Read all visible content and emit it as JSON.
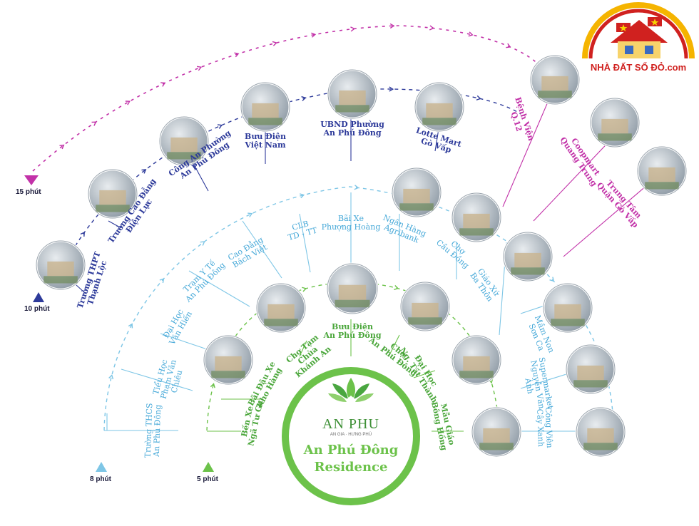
{
  "center": {
    "brand": "AN PHU",
    "brand_sub": "AN GIA · HƯNG PHÚ",
    "title_line1": "An Phú Đông",
    "title_line2": "Residence",
    "color": "#6cc24a"
  },
  "logo": {
    "text": "NHÀ ĐẤT SỔ ĐỎ.com",
    "color": "#d0211f"
  },
  "colors": {
    "ring5": "#6cc24a",
    "ring8": "#3d4fa8",
    "ring10": "#7ec6e6",
    "ring15": "#c231a8",
    "photo_bg": "#b9c3cc"
  },
  "time_legend": [
    {
      "label": "8 phút",
      "color": "#7ec6e6",
      "shape": "triangle-up"
    },
    {
      "label": "5 phút",
      "color": "#6cc24a",
      "shape": "triangle-up"
    },
    {
      "label": "10 phút",
      "color": "#2d3a9a",
      "shape": "triangle-up"
    },
    {
      "label": "15 phút",
      "color": "#c231a8",
      "shape": "triangle-down"
    }
  ],
  "ring5_labels": [
    {
      "lines": [
        "Bến Xe",
        "Ngã Tư Ga"
      ]
    },
    {
      "lines": [
        "Bãi Đậu Xe",
        "Kho Hàng"
      ]
    },
    {
      "lines": [
        "Chợ Tạm",
        "Chùa",
        "Khánh An"
      ]
    },
    {
      "lines": [
        "Bưu Điện",
        "An Phú Đông"
      ]
    },
    {
      "lines": [
        "Chợ",
        "An Phú Đông"
      ]
    },
    {
      "lines": [
        "Đại Học",
        "Ng. Tất Thành"
      ]
    },
    {
      "lines": [
        "Mẫu Giáo",
        "Bông Hồng"
      ]
    }
  ],
  "ring8_labels": [
    {
      "lines": [
        "Trường THCS",
        "An Phú Đông"
      ]
    },
    {
      "lines": [
        "Tiểu Học",
        "Phạm Văn",
        "Chiêu"
      ]
    },
    {
      "lines": [
        "Đại Học",
        "Văn Hiến"
      ]
    },
    {
      "lines": [
        "Trạm Y Tế",
        "An Phú Đông"
      ]
    },
    {
      "lines": [
        "Cao Đẳng",
        "Bách Việt"
      ]
    },
    {
      "lines": [
        "CLB",
        "TD - TT"
      ]
    },
    {
      "lines": [
        "Bãi Xe",
        "Phượng Hoàng"
      ]
    },
    {
      "lines": [
        "Ngân Hàng",
        "Agribank"
      ]
    },
    {
      "lines": [
        "Chợ",
        "Cầu Đồng"
      ]
    },
    {
      "lines": [
        "Giáo Xứ",
        "Ba Thôn"
      ]
    },
    {
      "lines": [
        "Mầm Non",
        "Sơn Ca"
      ]
    },
    {
      "lines": [
        "Supermarket",
        "Nguyễn Văn",
        "Ánh"
      ]
    },
    {
      "lines": [
        "Công Viên",
        "Cây Xanh"
      ]
    }
  ],
  "ring10_labels": [
    {
      "lines": [
        "Trường THPT",
        "Thạnh Lộc"
      ]
    },
    {
      "lines": [
        "Trường Cao Đẳng",
        "Điện Lực"
      ]
    },
    {
      "lines": [
        "Công An Phường",
        "An Phú Đông"
      ]
    },
    {
      "lines": [
        "Bưu Điện",
        "Việt Nam"
      ]
    },
    {
      "lines": [
        "UBND Phường",
        "An Phú Đông"
      ]
    },
    {
      "lines": [
        "Lotte Mart",
        "Gò Vấp"
      ]
    }
  ],
  "ring15_labels": [
    {
      "lines": [
        "Bệnh Viện",
        "Q.12"
      ]
    },
    {
      "lines": [
        "Coopmart",
        "Quang Trung"
      ]
    },
    {
      "lines": [
        "Trung Tâm",
        "Quận Gò Vấp"
      ]
    }
  ]
}
